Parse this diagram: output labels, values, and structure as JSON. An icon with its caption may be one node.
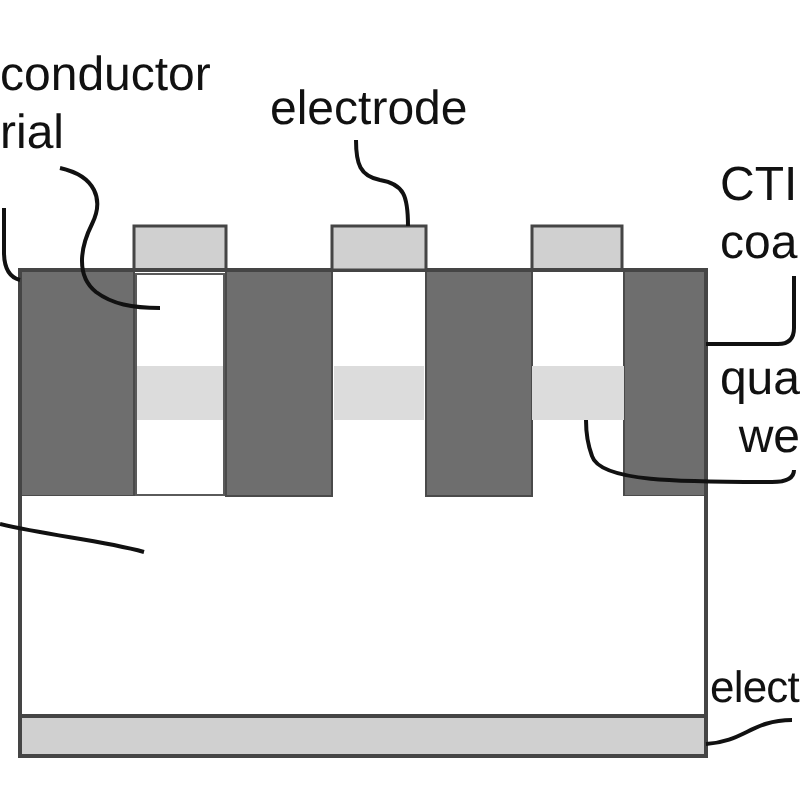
{
  "diagram": {
    "nodes": [
      {
        "text": [
          "conductor rial"
        ]
      },
      {
        "text": [
          "electrode"
        ]
      },
      {
        "text": [
          "CTI coa"
        ]
      },
      {
        "text": [
          "qua we"
        ]
      },
      {
        "text": [
          "elect"
        ]
      },
      {
        "text": [],
        "shape": "box"
      },
      {
        "text": [],
        "shape": "box"
      },
      {
        "text": [],
        "shape": "box"
      },
      {
        "text": [],
        "shape": "box"
      },
      {
        "text": [],
        "shape": "box"
      },
      {
        "text": [],
        "shape": "box"
      },
      {
        "text": [],
        "shape": "box"
      }
    ],
    "edges": [
      {
        "from": 0,
        "to": 5,
        "arrow": "none"
      },
      {
        "from": 1,
        "to": 6,
        "arrow": "none"
      },
      {
        "from": 2,
        "to": 7,
        "arrow": "none"
      },
      {
        "from": 3,
        "to": 8,
        "arrow": "none"
      },
      {
        "from": 4,
        "to": 9,
        "arrow": "none"
      },
      {
        "from": null,
        "to": 10,
        "arrow": "none"
      },
      {
        "from": null,
        "to": 11,
        "arrow": "none"
      }
    ]
  }
}
